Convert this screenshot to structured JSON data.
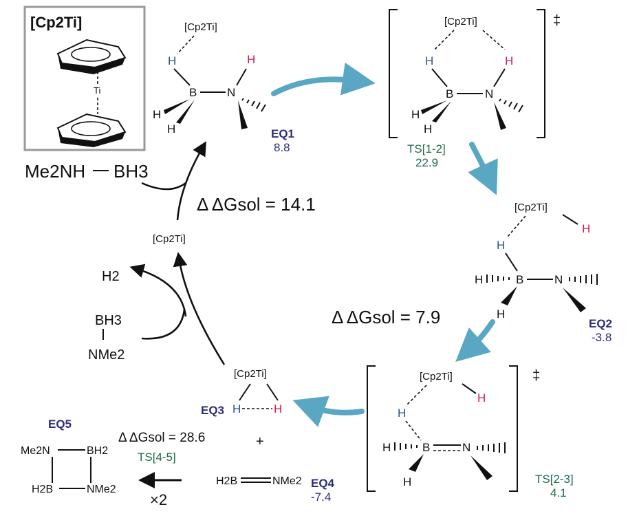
{
  "inset": {
    "title": "[Cp2Ti]",
    "metal": "Ti"
  },
  "fragments": {
    "cp2ti": "[Cp2Ti]",
    "H": "H",
    "B": "B",
    "N": "N",
    "dagger": "‡"
  },
  "reagent": {
    "me2nh": "Me2NH",
    "bh3": "BH3"
  },
  "products": {
    "h2": "H2",
    "bh3": "BH3",
    "nme2": "NMe2"
  },
  "energies": {
    "dg1": "Δ ΔGsol = 14.1",
    "dg2": "Δ ΔGsol = 7.9",
    "dg3": "Δ ΔGsol = 28.6"
  },
  "states": {
    "eq1": {
      "label": "EQ1",
      "value": "8.8"
    },
    "ts12": {
      "label": "TS[1-2]",
      "value": "22.9"
    },
    "eq2": {
      "label": "EQ2",
      "value": "-3.8"
    },
    "ts23": {
      "label": "TS[2-3]",
      "value": "4.1"
    },
    "eq3": {
      "label": "EQ3"
    },
    "eq4": {
      "label": "EQ4",
      "value": "-7.4"
    },
    "eq5": {
      "label": "EQ5"
    },
    "ts45": {
      "label": "TS[4-5]"
    }
  },
  "dimer": {
    "me2n": "Me2N",
    "bh2": "BH2",
    "h2b": "H2B",
    "nme2": "NMe2"
  },
  "aminoborane": {
    "h2b": "H2B",
    "nme2": "NMe2"
  },
  "misc": {
    "plus": "+",
    "times2": "×2"
  },
  "colors": {
    "arrow_blue": "#5aa7c4",
    "state_navy": "#2c2c7a",
    "ts_green": "#1c6b48",
    "h_blue": "#2a4d9c",
    "h_red": "#c8204a"
  }
}
